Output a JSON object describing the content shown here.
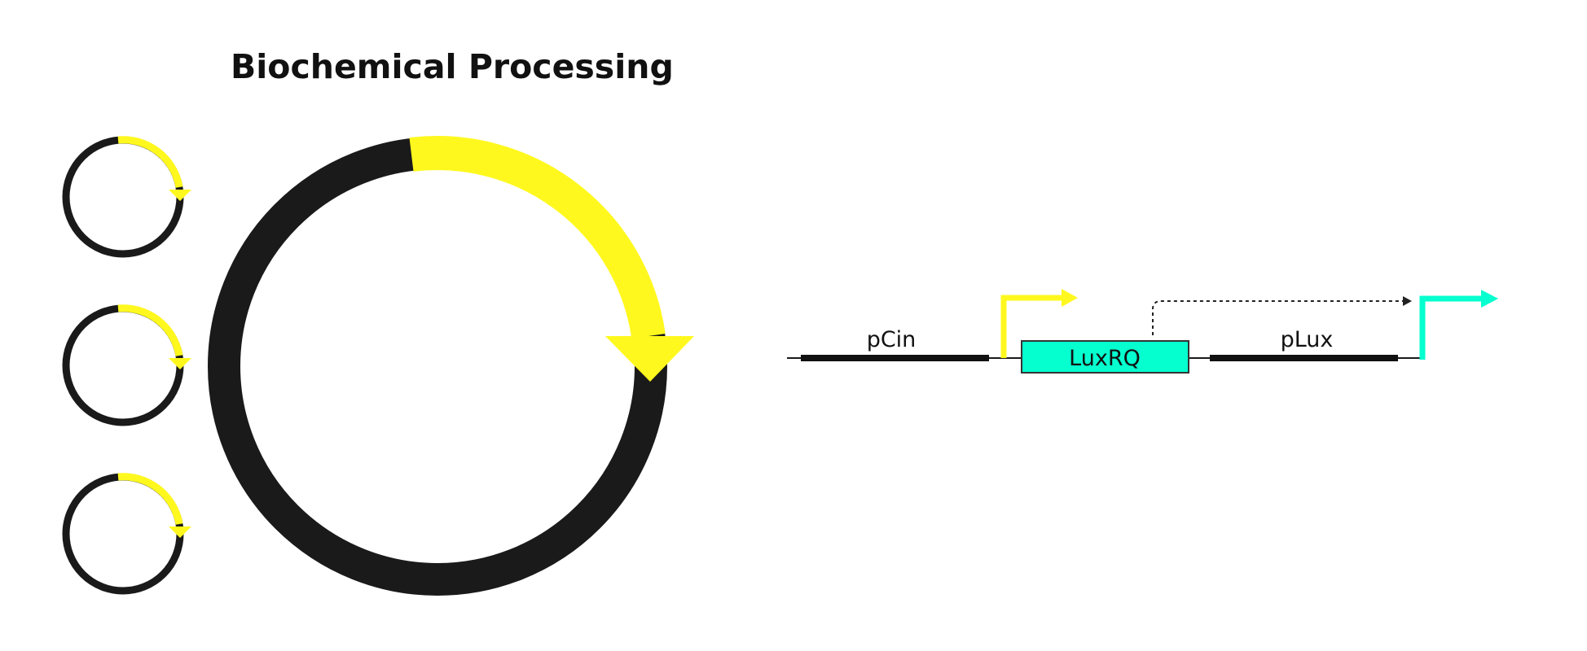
{
  "title": "Biochemical Processing",
  "colors": {
    "yellow": "#fff81e",
    "cyan": "#05ffcf",
    "black": "#1a1a1a"
  },
  "construct": {
    "promoter1": "pCin",
    "gene": "LuxRQ",
    "promoter2": "pLux"
  }
}
